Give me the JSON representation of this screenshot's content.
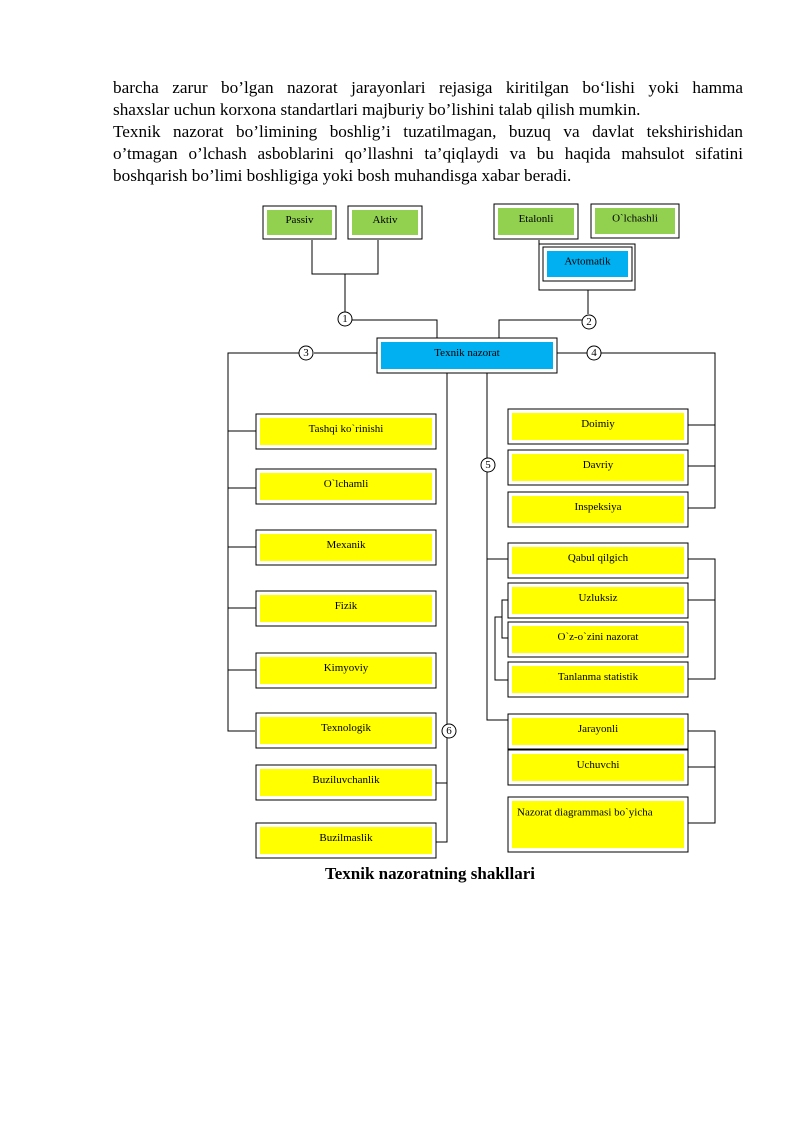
{
  "paragraph": [
    "barcha zarur bo’lgan nazorat jarayonlari rejasiga kiritilgan boʻlishi yoki hamma",
    "shaxslar uchun korxona standartlari majburiy bo’lishini talab qilish mumkin."
  ],
  "paragraph2": [
    "Texnik nazorat bo’limining boshlig’i tuzatilmagan, buzuq va davlat tekshirishidan",
    "o’tmagan o’lchash asboblarini qo’llashni ta’qiqlaydi va bu haqida mahsulot sifatini",
    "boshqarish bo’limi boshligiga yoki bosh muhandisga xabar beradi."
  ],
  "colors": {
    "green": "#92d050",
    "blue": "#00b0f0",
    "yellow": "#ffff00",
    "line": "#000000"
  },
  "diagram": {
    "center": "Texnik nazorat",
    "group1": [
      "Passiv",
      "Aktiv"
    ],
    "group2": [
      "Etalonli",
      "O`lchashli",
      "Avtomatik"
    ],
    "markers": [
      "1",
      "2",
      "3",
      "4",
      "5",
      "6"
    ],
    "group3": [
      "Tashqi ko`rinishi",
      "O`lchamli",
      "Mexanik",
      "Fizik",
      "Kimyoviy",
      "Texnologik"
    ],
    "group6": [
      "Buziluvchanlik",
      "Buzilmaslik"
    ],
    "group4": [
      "Doimiy",
      "Davriy",
      "Inspeksiya"
    ],
    "group5a": [
      "Qabul qilgich",
      "Uzluksiz",
      "O`z-o`zini nazorat",
      "Tanlanma statistik"
    ],
    "group5b": [
      "Jarayonli",
      "Uchuvchi",
      "Nazorat diagrammasi bo`yicha"
    ]
  },
  "caption": "Texnik nazoratning shakllari"
}
